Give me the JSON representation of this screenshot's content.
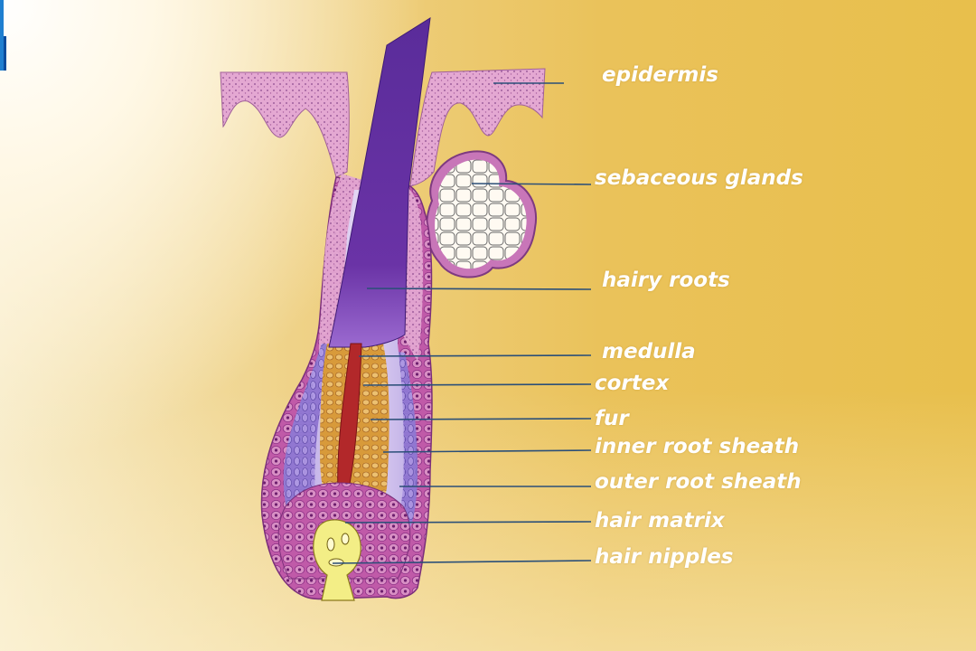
{
  "labels": {
    "epidermis": "epidermis",
    "sebaceous_glands": "sebaceous glands",
    "hairy_roots": "hairy roots",
    "medulla": "medulla",
    "cortex": "cortex",
    "fur": "fur",
    "inner_root_sheath": "inner root sheath",
    "outer_root_sheath": "outer root sheath",
    "hair_matrix": "hair matrix",
    "hair_nipples": "hair nipples"
  },
  "colors": {
    "background_gold": "#e9bd45",
    "skin_pink": "#e2a2cf",
    "hair_shaft_purple": "#5a2a96",
    "leader_line": "#2b4f78",
    "medulla_red": "#b32a25",
    "cortex_orange": "#d79633",
    "papilla_yellow": "#f5ef8a"
  }
}
